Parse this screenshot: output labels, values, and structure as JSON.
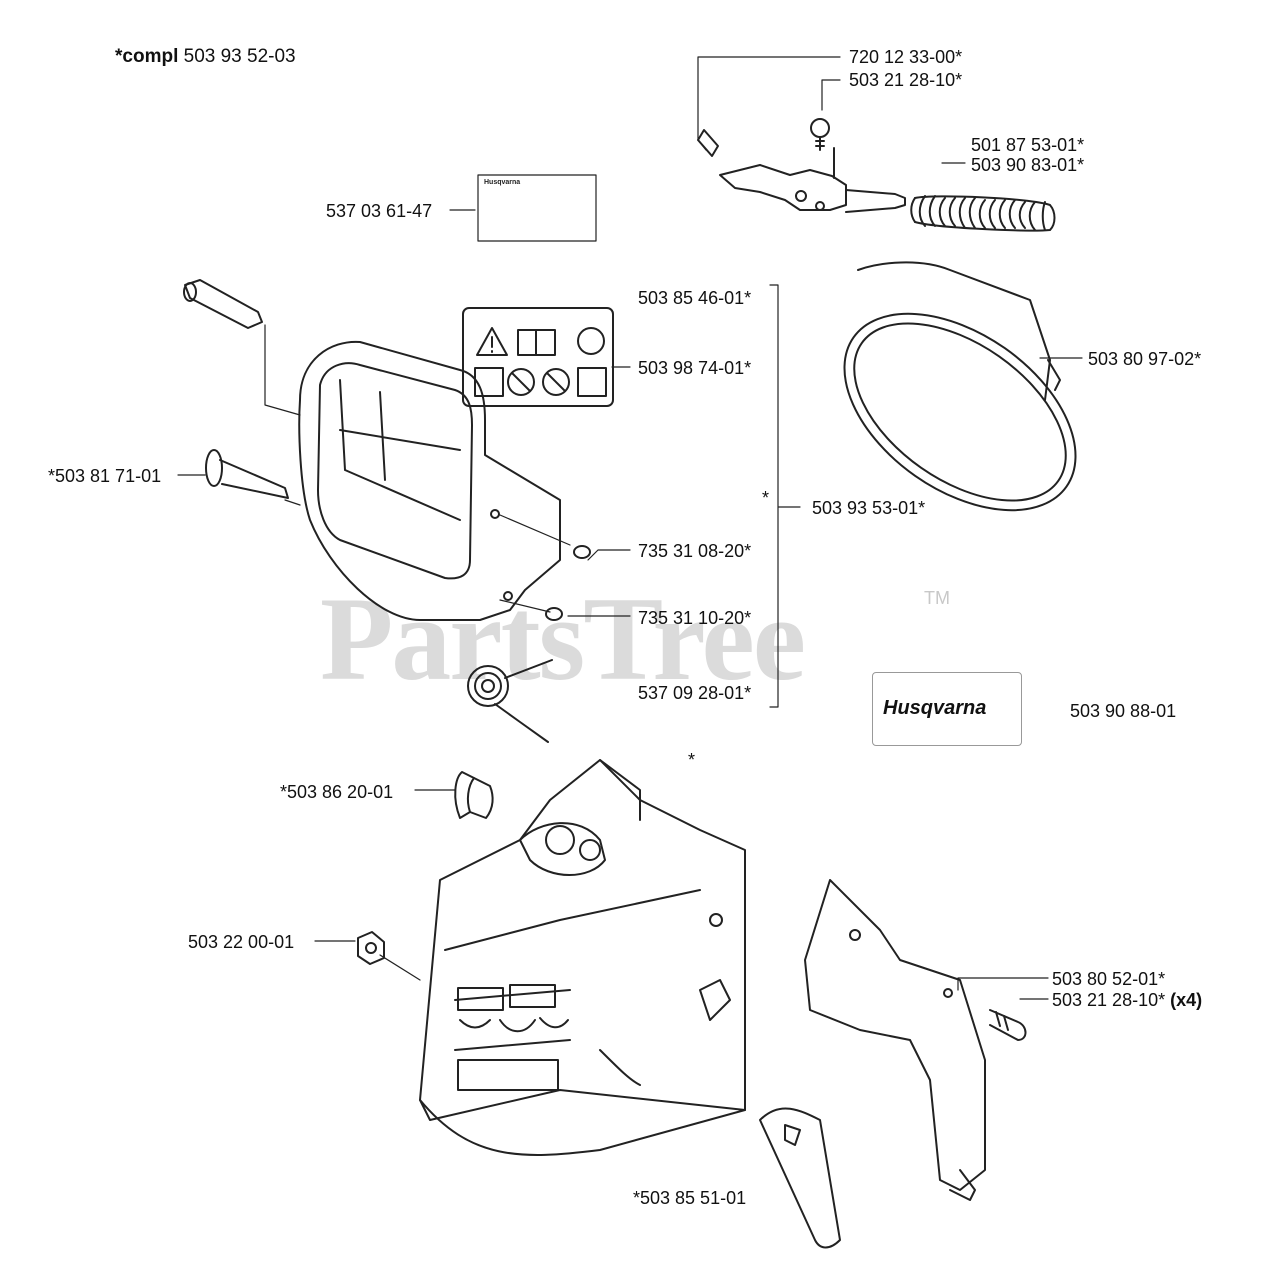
{
  "title": {
    "prefix": "*compl",
    "number": "503 93 52-03"
  },
  "watermark": {
    "text": "PartsTree",
    "tm": "TM"
  },
  "logo_text": "Husqvarna",
  "decal_small_text": "Husqvarna",
  "labels": {
    "p720123300": "720 12 33-00*",
    "p503212810_top": "503 21 28-10*",
    "p501875301": "501 87 53-01*",
    "p503908301": "503 90 83-01*",
    "p537036147": "537 03 61-47",
    "p503854601": "503 85 46-01*",
    "p503987401": "503 98 74-01*",
    "p503809702": "503 80 97-02*",
    "p503817101": "*503 81 71-01",
    "p503935301": "503 93 53-01*",
    "p735310820": "735 31 08-20*",
    "p735311020": "735 31 10-20*",
    "p537092801": "537 09 28-01*",
    "p503908801": "503 90 88-01",
    "p503862001": "*503 86 20-01",
    "p503220001": "503 22 00-01",
    "p503805201": "503 80 52-01*",
    "p503212810_bottom": "503 21 28-10*",
    "x4": "(x4)",
    "p503855101": "*503 85 51-01",
    "star_mid": "*",
    "star_bottom": "*"
  },
  "colors": {
    "line": "#222222",
    "watermark": "#cfcfcf"
  }
}
